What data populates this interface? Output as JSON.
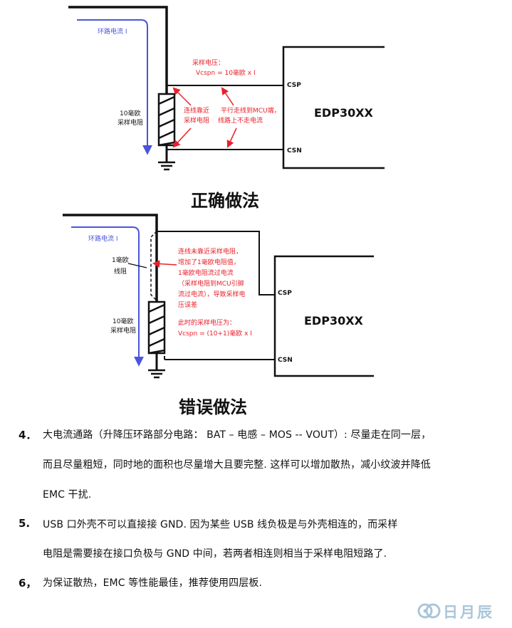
{
  "diagram1": {
    "current_label": "环路电流 I",
    "resistor_label": [
      "10毫欧",
      "采样电阻"
    ],
    "voltage_title": "采样电压：",
    "voltage_formula": "Vcspn = 10毫欧 x I",
    "note_left": [
      "连线靠近",
      "采样电阻"
    ],
    "note_right": [
      "平行走线到MCU端，",
      "线路上不走电流"
    ],
    "pin_csp": "CSP",
    "pin_csn": "CSN",
    "chip": "EDP30XX",
    "caption": "正确做法"
  },
  "diagram2": {
    "current_label": "环路电流 I",
    "line_resistor_label": [
      "1毫欧",
      "线阻"
    ],
    "resistor_label": [
      "10毫欧",
      "采样电阻"
    ],
    "note": [
      "连线未靠近采样电阻，",
      "增加了1毫欧电阻值，",
      "1毫欧电阻流过电流",
      "（采样电阻到MCU引脚",
      "流过电流），导致采样电",
      "压误差"
    ],
    "voltage_title": "此时的采样电压为：",
    "voltage_formula": "Vcspn = (10+1)毫欧 x I",
    "pin_csp": "CSP",
    "pin_csn": "CSN",
    "chip": "EDP30XX",
    "caption": "错误做法"
  },
  "paragraphs": [
    {
      "num": "4．",
      "lines": [
        "大电流通路（升降压环路部分电路： BAT –  电感  – MOS -- VOUT）: 尽量走在同一层，",
        "而且尽量粗短，同时地的面积也尽量增大且要完整. 这样可以增加散热，减小纹波并降低",
        "EMC 干扰."
      ]
    },
    {
      "num": "5.",
      "lines": [
        "USB 口外壳不可以直接接 GND. 因为某些 USB 线负极是与外壳相连的，而采样",
        "电阻是需要接在接口负极与 GND 中间，若两者相连则相当于采样电阻短路了."
      ]
    },
    {
      "num": "6，",
      "lines": [
        "为保证散热，EMC 等性能最佳，推荐使用四层板."
      ]
    }
  ],
  "watermark": "日月辰",
  "colors": {
    "wire": "#111111",
    "current": "#4a55d8",
    "annotation": "#e8202a",
    "watermark": "#a9c6da"
  }
}
